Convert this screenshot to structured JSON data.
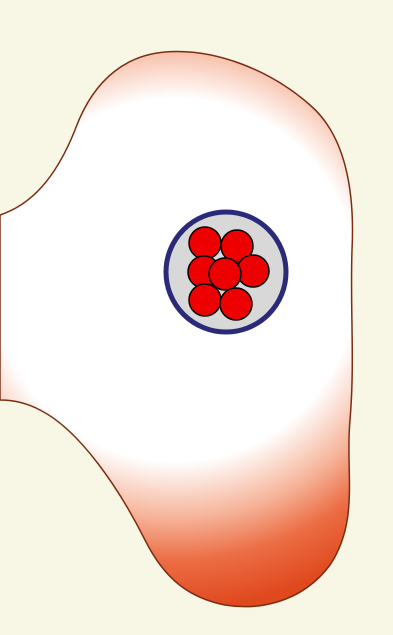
{
  "colors": {
    "background": "#f8f6e4",
    "blob_edge": "#e8542a",
    "blob_mid": "#f08a64",
    "blob_center": "#ffffff",
    "blob_outline": "#7a2e14",
    "cell_fill": "#d8d8d8",
    "cell_ring": "#2a2a78",
    "ball_fill": "#ee0000",
    "ball_outline": "#000000"
  },
  "scene": {
    "blob": {
      "name": "organic-blob"
    },
    "cell": {
      "name": "ball-container",
      "ball_count": 7
    }
  }
}
